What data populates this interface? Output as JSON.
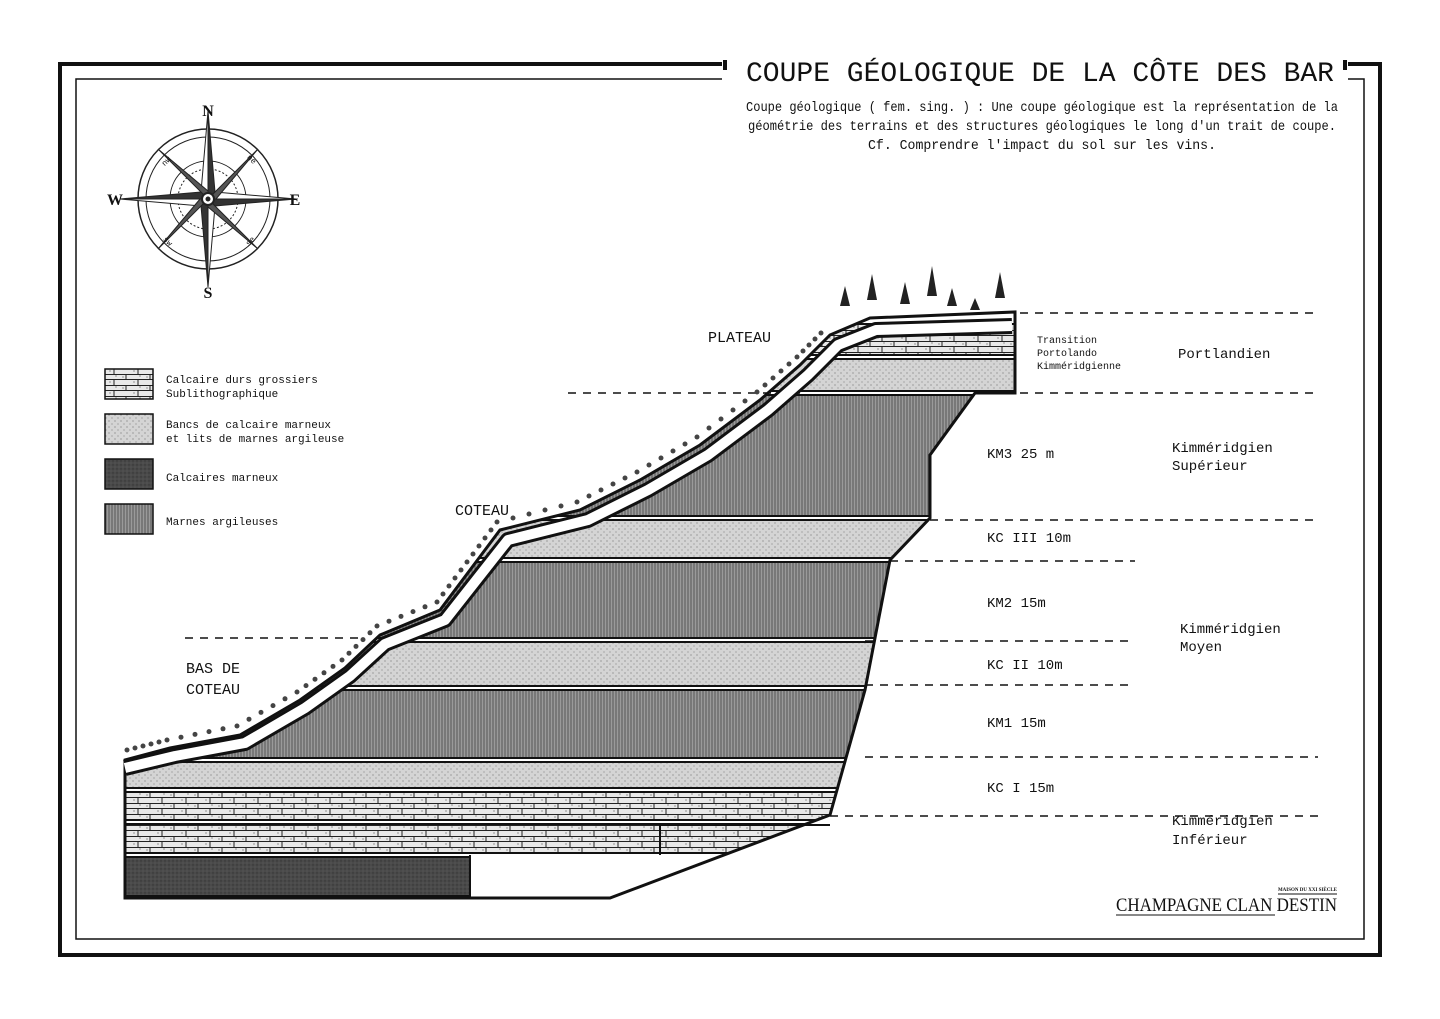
{
  "title": "COUPE GÉOLOGIQUE DE LA CÔTE DES BAR",
  "description": [
    "Coupe géologique ( fem. sing. ) : Une coupe géologique est la représentation de la",
    "géométrie des terrains et des structures géologiques le long d'un trait de coupe.",
    "Cf. Comprendre l'impact du sol sur les vins."
  ],
  "compass": {
    "n": "N",
    "s": "S",
    "e": "E",
    "w": "W",
    "nw": "nw",
    "ne": "ne",
    "sw": "sw",
    "se": "se"
  },
  "legend": [
    {
      "pattern": "brick",
      "lines": [
        "Calcaire durs grossiers",
        "Sublithographique"
      ]
    },
    {
      "pattern": "stipple",
      "lines": [
        "Bancs de calcaire marneux",
        "et lits de marnes argileuse"
      ]
    },
    {
      "pattern": "dark",
      "lines": [
        "Calcaires marneux"
      ]
    },
    {
      "pattern": "vertical",
      "lines": [
        "Marnes argileuses"
      ]
    }
  ],
  "zones": {
    "plateau": "PLATEAU",
    "coteau": "COTEAU",
    "bas_de_coteau": [
      "BAS DE",
      "COTEAU"
    ]
  },
  "layers": {
    "transition": [
      "Transition",
      "Portolando",
      "Kimméridgienne"
    ],
    "km3": "KM3 25 m",
    "kc3": "KC III 10m",
    "km2": "KM2 15m",
    "kc2": "KC II 10m",
    "km1": "KM1 15m",
    "kc1": "KC I 15m"
  },
  "stages": {
    "portlandien": "Portlandien",
    "superieur": [
      "Kimméridgien",
      "Supérieur"
    ],
    "moyen": [
      "Kimméridgien",
      "Moyen"
    ],
    "inferieur": [
      "Kimméridgien",
      "Inférieur"
    ]
  },
  "brand": {
    "tagline": "MAISON DU XXI SIÈCLE",
    "name": "CHAMPAGNE CLAN DESTIN"
  }
}
